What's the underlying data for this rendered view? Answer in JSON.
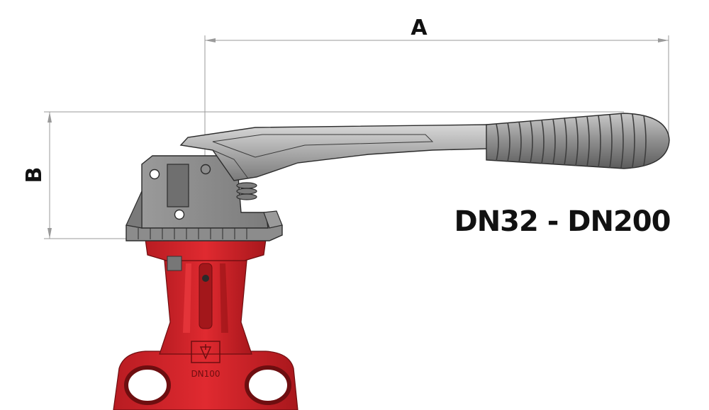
{
  "dimensions": {
    "a_label": "A",
    "b_label": "B"
  },
  "size_range": "DN32 - DN200",
  "body_marking": "DN100",
  "colors": {
    "valve_body": "#d2232a",
    "valve_body_dark": "#9e1518",
    "handle": "#8a8a8a",
    "handle_dark": "#555555",
    "dimension_lines": "#9a9a9a",
    "text": "#111111"
  },
  "icons": {
    "logo": "valve-logo-icon"
  }
}
